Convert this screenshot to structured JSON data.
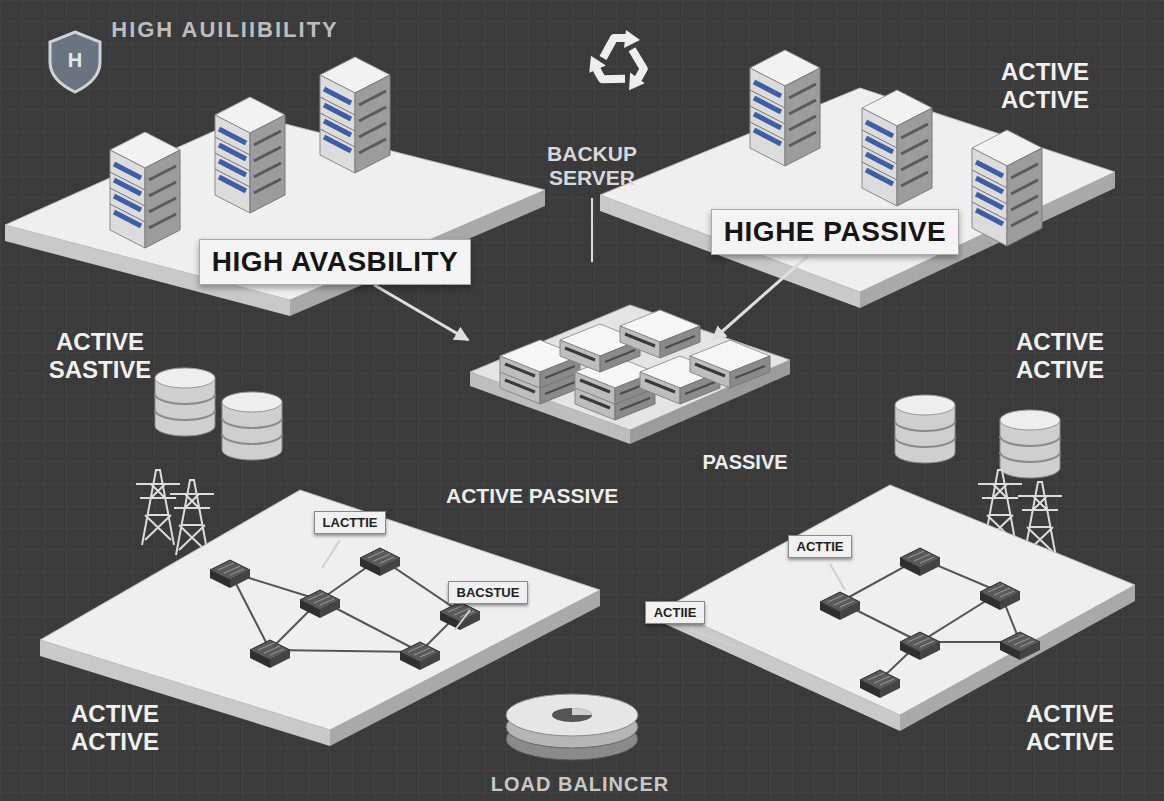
{
  "diagram": {
    "title": "HIGH AUILIIBILITY",
    "nodes": [
      {
        "text": [
          "HIGH AVASBILITY"
        ]
      },
      {
        "text": [
          "HIGHE PASSIVE"
        ]
      },
      {
        "text": [
          "ACTIVE PASSIVE"
        ]
      },
      {
        "text": [
          "LACTTIE"
        ]
      },
      {
        "text": [
          "BACSTUE"
        ]
      },
      {
        "text": [
          "ACTIIE"
        ]
      },
      {
        "text": [
          "ACTTIE"
        ]
      }
    ],
    "edges": [
      {
        "from": 0,
        "to": 2,
        "arrow": "to"
      },
      {
        "from": 1,
        "to": 2,
        "arrow": "to"
      }
    ],
    "labels": [
      "H",
      "BACKUP SERVER",
      "ACTIVE ACTIVE",
      "ACTIVE SASTIVE",
      "ACTIVE ACTIVE",
      "PASSIVE",
      "ACTIVE ACTIVE",
      "ACTIVE ACTIVE",
      "LOAD BALINCER"
    ]
  }
}
